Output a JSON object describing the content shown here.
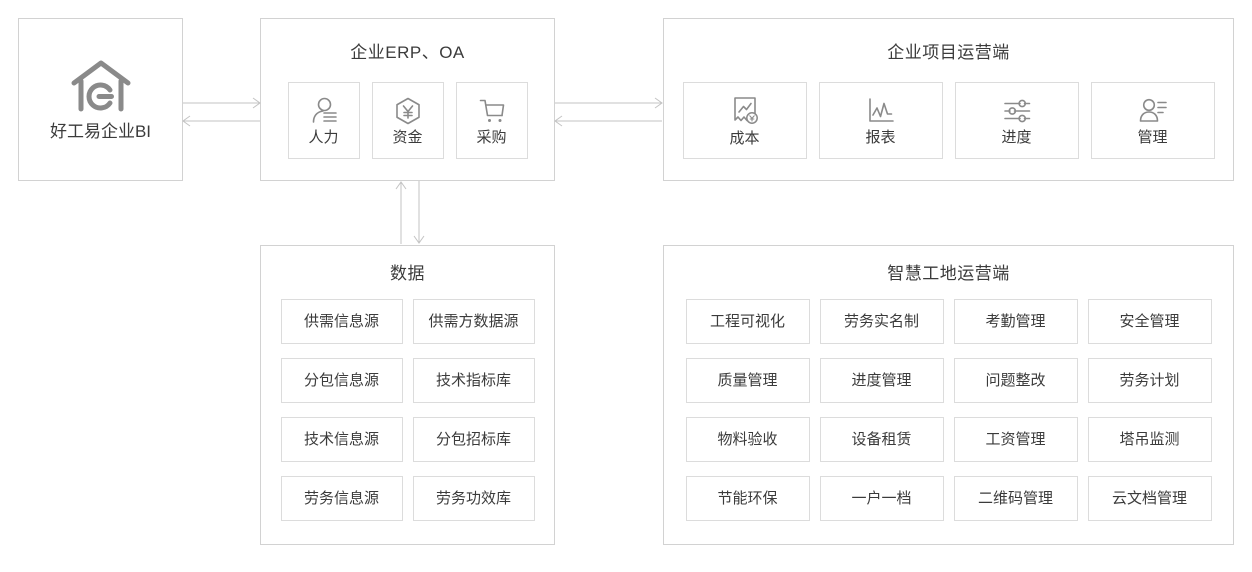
{
  "bi": {
    "logo_icon": "house-e-logo",
    "label": "好工易企业BI"
  },
  "erp": {
    "title": "企业ERP、OA",
    "tiles": [
      {
        "label": "人力",
        "icon": "person-lines-icon"
      },
      {
        "label": "资金",
        "icon": "hexagon-yuan-icon"
      },
      {
        "label": "采购",
        "icon": "shopping-cart-icon"
      }
    ]
  },
  "project": {
    "title": "企业项目运营端",
    "tiles": [
      {
        "label": "成本",
        "icon": "chart-receipt-yuan-icon"
      },
      {
        "label": "报表",
        "icon": "line-chart-icon"
      },
      {
        "label": "进度",
        "icon": "sliders-icon"
      },
      {
        "label": "管理",
        "icon": "person-list-icon"
      }
    ]
  },
  "data": {
    "title": "数据",
    "cells": [
      "供需信息源",
      "供需方数据源",
      "分包信息源",
      "技术指标库",
      "技术信息源",
      "分包招标库",
      "劳务信息源",
      "劳务功效库"
    ]
  },
  "site": {
    "title": "智慧工地运营端",
    "cells": [
      "工程可视化",
      "劳务实名制",
      "考勤管理",
      "安全管理",
      "质量管理",
      "进度管理",
      "问题整改",
      "劳务计划",
      "物料验收",
      "设备租赁",
      "工资管理",
      "塔吊监测",
      "节能环保",
      "一户一档",
      "二维码管理",
      "云文档管理"
    ]
  },
  "connectors": [
    {
      "name": "bi-erp-connector",
      "direction": "bidirectional-horizontal"
    },
    {
      "name": "erp-project-connector",
      "direction": "bidirectional-horizontal"
    },
    {
      "name": "erp-data-connector",
      "direction": "bidirectional-vertical"
    }
  ],
  "colors": {
    "border": "#d2d2d2",
    "tile_border": "#dcdcdc",
    "text": "#3b3b3b",
    "connector": "#c3c3c3",
    "icon": "#8a8a8a",
    "logo": "#8a8a8a",
    "background": "#ffffff"
  }
}
